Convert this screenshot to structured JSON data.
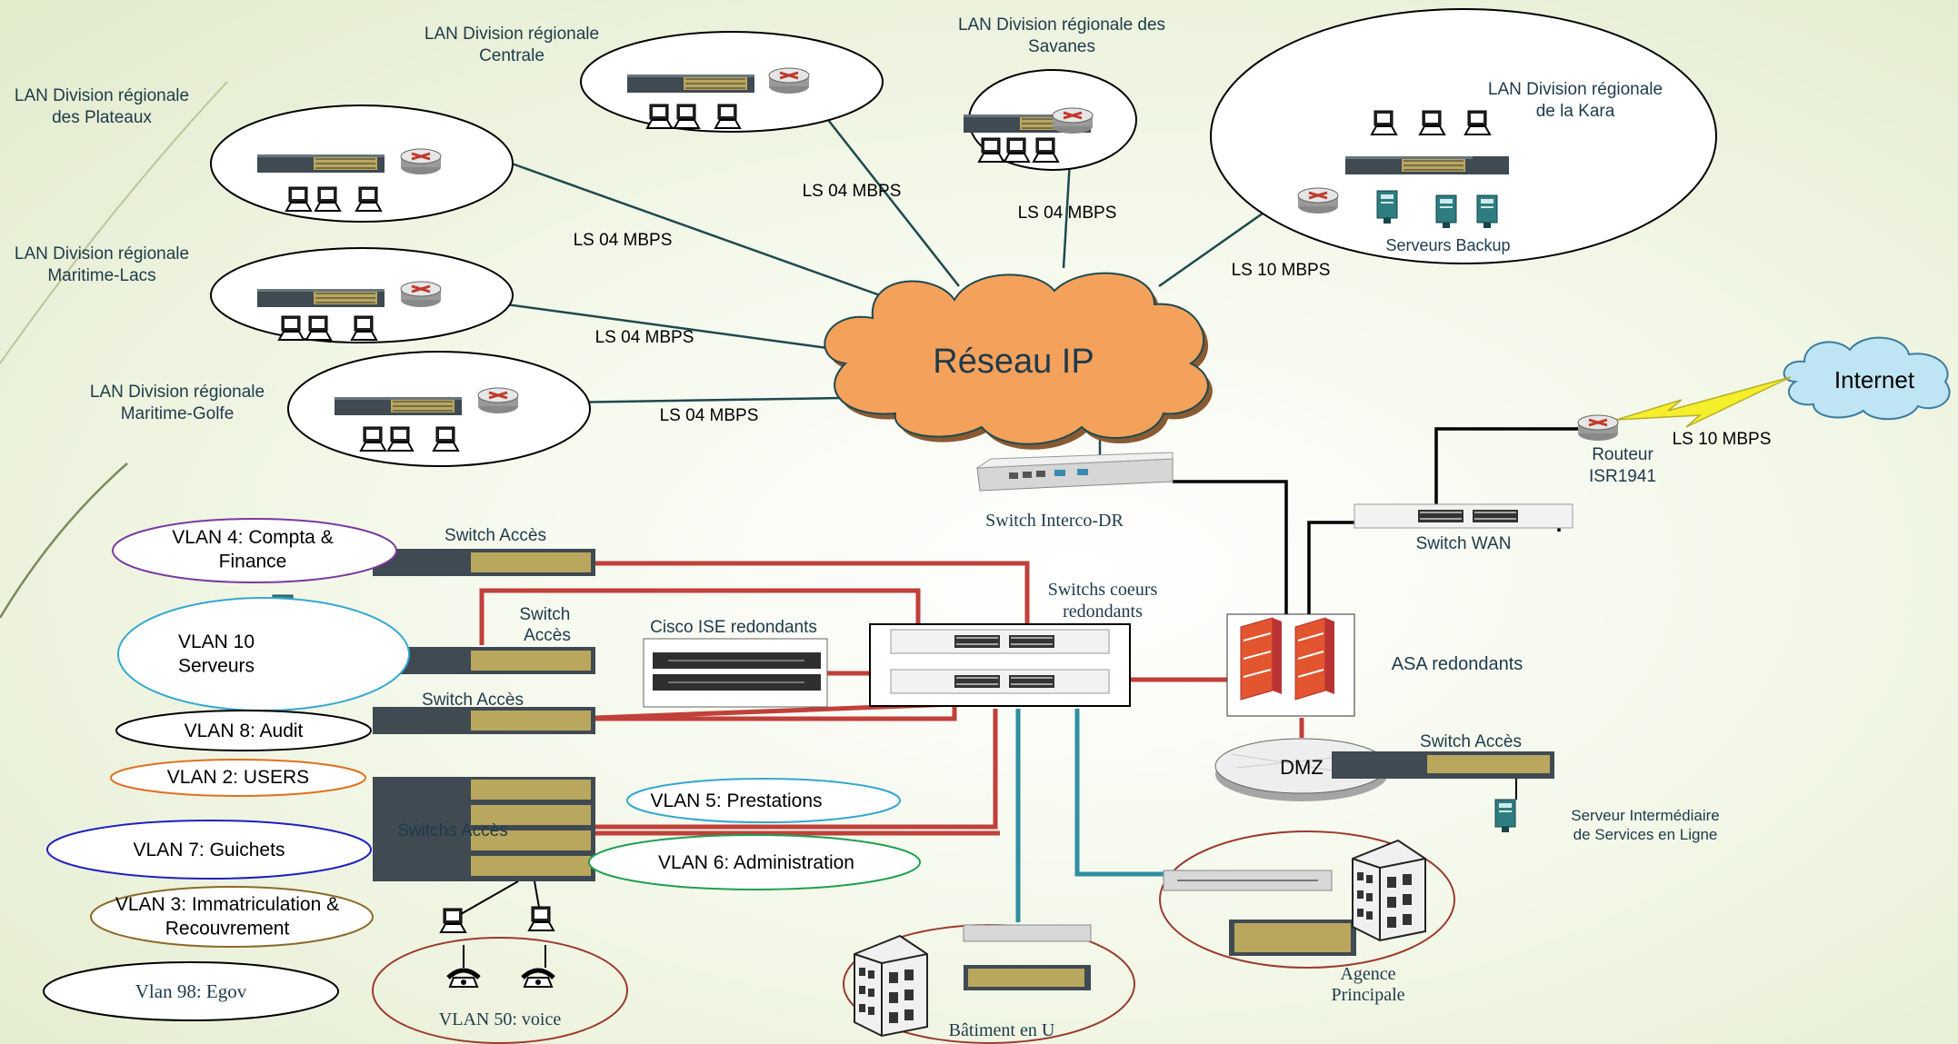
{
  "lans": {
    "plateaux": "LAN Division régionale\ndes Plateaux",
    "centrale": "LAN Division régionale\nCentrale",
    "savanes": "LAN Division régionale des\nSavanes",
    "kara": "LAN Division régionale\nde la Kara",
    "maritime_lacs": "LAN Division régionale\nMaritime-Lacs",
    "maritime_golfe": "LAN Division régionale\nMaritime-Golfe"
  },
  "links": {
    "plateaux": "LS 04 MBPS",
    "centrale": "LS 04 MBPS",
    "savanes": "LS 04 MBPS",
    "kara": "LS 10 MBPS",
    "lacs": "LS 04 MBPS",
    "golfe": "LS 04 MBPS",
    "internet": "LS 10 MBPS"
  },
  "cloud_label": "Réseau IP",
  "internet_label": "Internet",
  "serveurs_backup": "Serveurs Backup",
  "routeur_label": "Routeur\nISR1941",
  "switch_wan": "Switch WAN",
  "switch_interco": "Switch Interco-DR",
  "switchs_coeurs": "Switchs coeurs\nredondants",
  "cisco_ise": "Cisco ISE redondants",
  "asa": "ASA redondants",
  "dmz": "DMZ",
  "switch_acces_labels": [
    "Switch Accès",
    "Switch\nAccès",
    "Switch Accès",
    "Switch Accès"
  ],
  "switchs_acces_stack": "Switchs Accès",
  "serveur_intermediaire": "Serveur Intermédiaire\nde Services en Ligne",
  "agence": "Agence\nPrincipale",
  "batiment": "Bâtiment en U",
  "vlans": {
    "compta": "VLAN 4: Compta &\nFinance",
    "serveurs": "VLAN 10\nServeurs",
    "audit": "VLAN 8: Audit",
    "users": "VLAN 2: USERS",
    "guichets": "VLAN 7: Guichets",
    "immat": "VLAN 3: Immatriculation &\nRecouvrement",
    "egov": "Vlan 98: Egov",
    "prestations": "VLAN 5: Prestations",
    "administration": "VLAN 6: Administration",
    "voice": "VLAN 50: voice"
  },
  "colors": {
    "cloud": "#f4a15c",
    "red_link": "#c0403a",
    "blue_link": "#2f8fa0",
    "dark_link": "#1d4a4e",
    "internet_cloud": "#bfe4f3",
    "lightning": "#f5ee2a"
  }
}
